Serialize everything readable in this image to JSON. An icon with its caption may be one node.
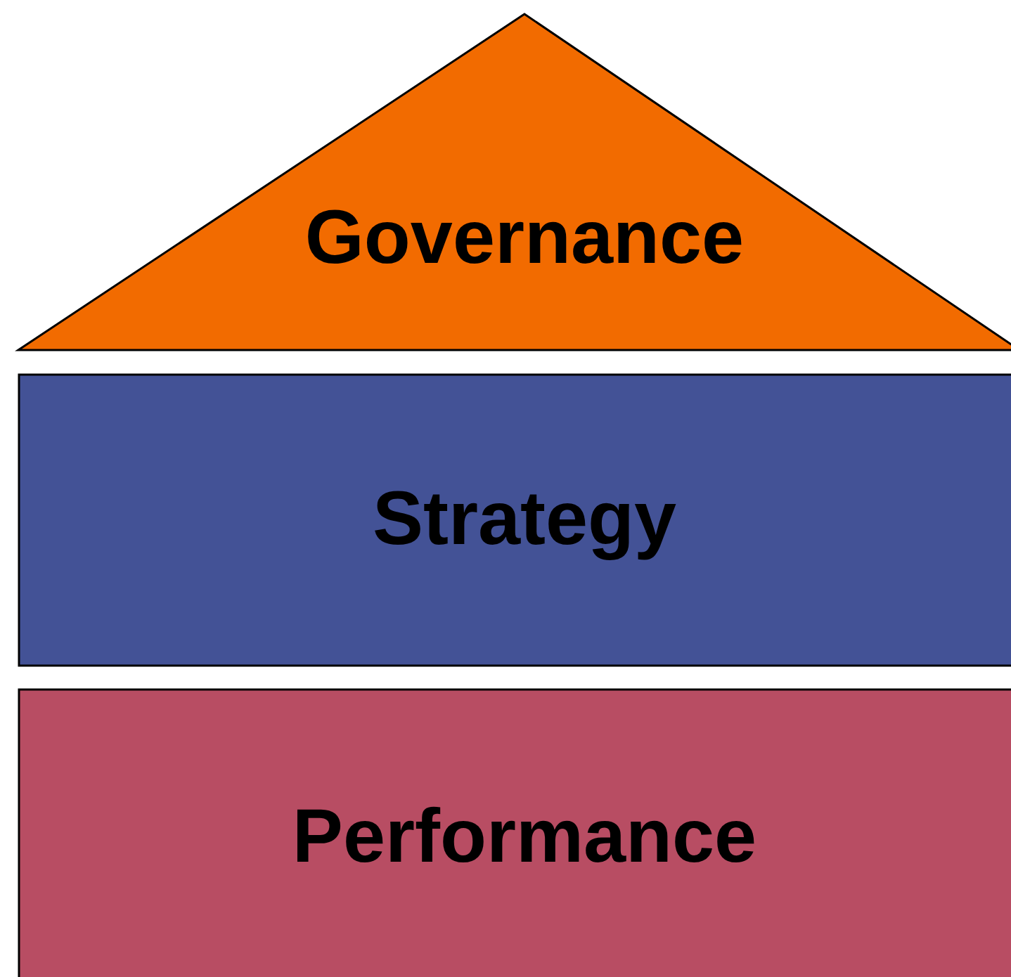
{
  "diagram": {
    "nodes": [
      {
        "text": [
          "Governance"
        ]
      },
      {
        "text": [
          "Strategy"
        ]
      },
      {
        "text": [
          "Performance"
        ]
      }
    ]
  }
}
